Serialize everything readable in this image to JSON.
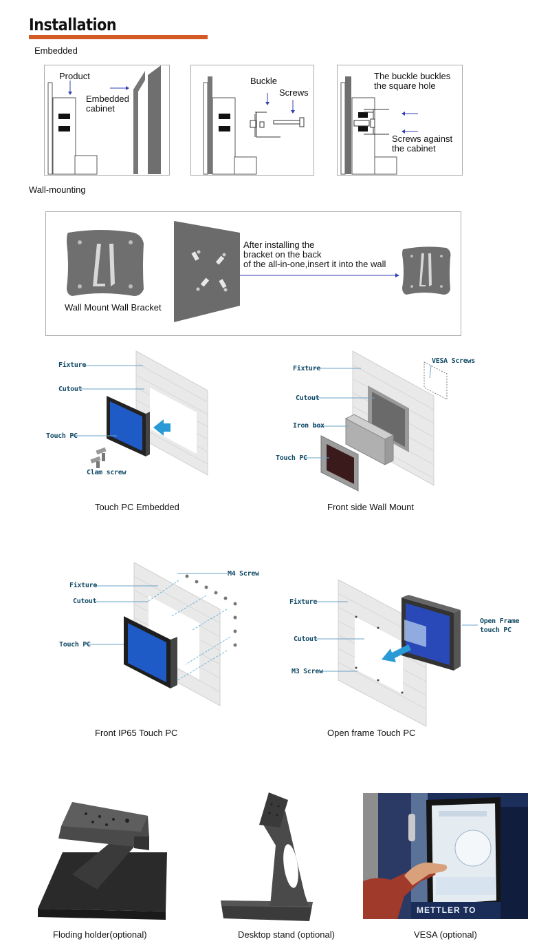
{
  "header": {
    "title": "Installation"
  },
  "embedded": {
    "label": "Embedded",
    "panel1": {
      "product": "Product",
      "cabinet_line1": "Embedded",
      "cabinet_line2": "cabinet"
    },
    "panel2": {
      "buckle": "Buckle",
      "screws": "Screws"
    },
    "panel3": {
      "top_line1": "The buckle buckles",
      "top_line2": "the square hole",
      "bottom_line1": "Screws against",
      "bottom_line2": "the cabinet"
    }
  },
  "wall": {
    "label": "Wall-mounting",
    "bracket_label": "Wall Mount Wall Bracket",
    "instr_line1": "After installing the",
    "instr_line2": "bracket on the back",
    "instr_line3": "of the all-in-one,insert it into the wall"
  },
  "diagrams": {
    "touch_embedded": {
      "fixture": "Fixture",
      "cutout": "Cutout",
      "touch_pc": "Touch PC",
      "clam_screw": "Clam screw",
      "caption": "Touch PC Embedded"
    },
    "front_wall": {
      "fixture": "Fixture",
      "cutout": "Cutout",
      "iron_box": "Iron box",
      "touch_pc": "Touch PC",
      "vesa_screws": "VESA Screws",
      "caption": "Front side Wall Mount"
    },
    "ip65": {
      "fixture": "Fixture",
      "cutout": "Cutout",
      "touch_pc": "Touch PC",
      "m4_screw": "M4 Screw",
      "caption": "Front IP65 Touch PC"
    },
    "open_frame": {
      "fixture": "Fixture",
      "cutout": "Cutout",
      "m3_screw": "M3 Screw",
      "open_frame_line1": "Open Frame",
      "open_frame_line2": "touch PC",
      "caption": "Open frame Touch PC"
    }
  },
  "accessories": {
    "folding": {
      "caption": "Floding holder(optional)"
    },
    "desktop": {
      "caption": "Desktop stand (optional)"
    },
    "vesa": {
      "caption": "VESA (optional)",
      "brand_text": "METTLER TO"
    }
  },
  "colors": {
    "accent": "#d35a25",
    "diagram_label": "#124a66",
    "screen_blue": "#1e5bc6",
    "arrow_blue": "#2a9ad6"
  }
}
